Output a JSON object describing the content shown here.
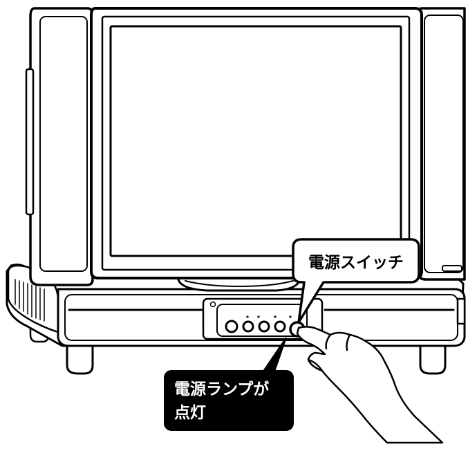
{
  "callouts": {
    "power_switch": "電源スイッチ",
    "power_lamp_line1": "電源ランプが",
    "power_lamp_line2": "点灯"
  },
  "colors": {
    "line": "#000000",
    "fill": "#ffffff",
    "label_dark_bg": "#000000",
    "label_dark_text": "#ffffff",
    "label_light_bg": "#ffffff",
    "label_light_text": "#000000"
  },
  "front_panel": {
    "button_count": 4
  }
}
